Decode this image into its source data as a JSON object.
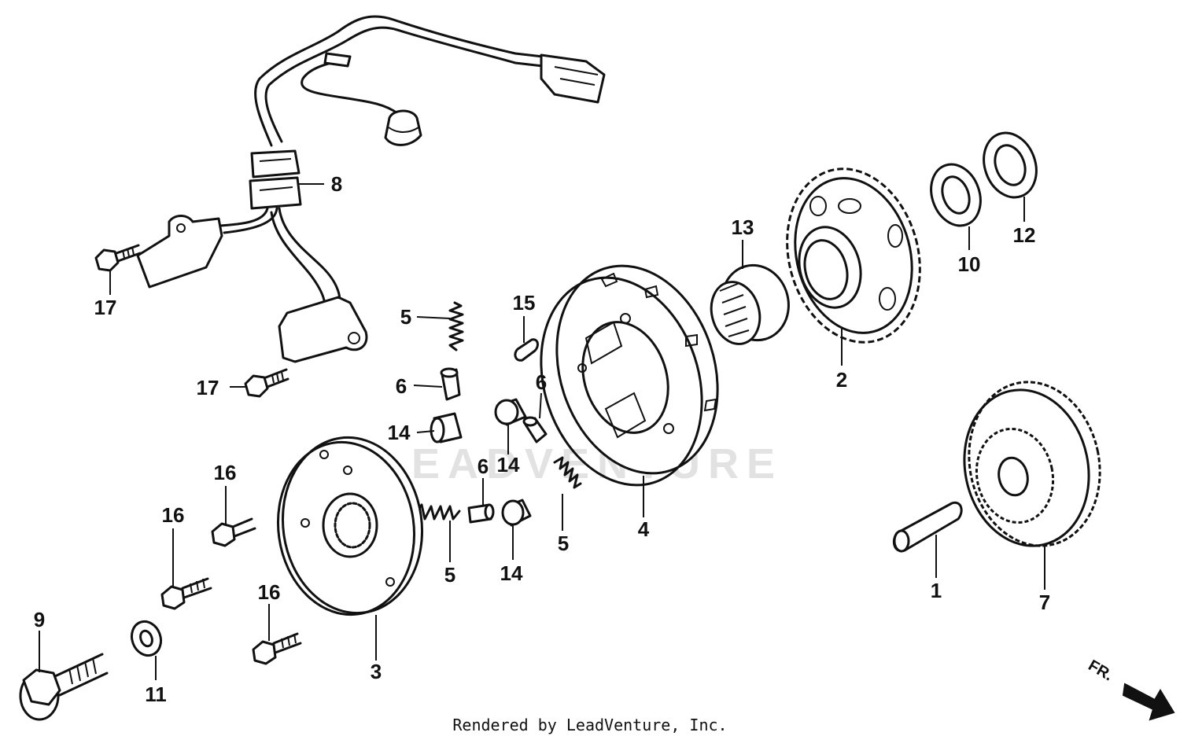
{
  "watermark": "LEADVENTURE",
  "footer": "Rendered by LeadVenture, Inc.",
  "direction_marker": "FR.",
  "callouts": {
    "c1": "1",
    "c2": "2",
    "c3": "3",
    "c4": "4",
    "c5a": "5",
    "c5b": "5",
    "c5c": "5",
    "c6a": "6",
    "c6b": "6",
    "c6c": "6",
    "c7": "7",
    "c8": "8",
    "c9": "9",
    "c10": "10",
    "c11": "11",
    "c12": "12",
    "c13": "13",
    "c14a": "14",
    "c14b": "14",
    "c14c": "14",
    "c15": "15",
    "c16a": "16",
    "c16b": "16",
    "c16c": "16",
    "c17a": "17",
    "c17b": "17"
  }
}
